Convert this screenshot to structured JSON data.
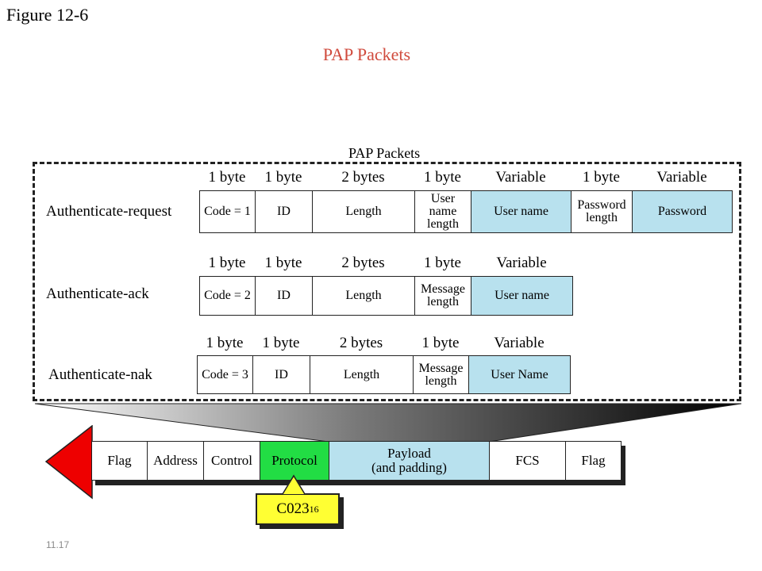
{
  "slide": {
    "figure_label": "Figure 12-6",
    "title": "PAP Packets",
    "footer": "11.17"
  },
  "diagram": {
    "title": "PAP Packets",
    "rows": [
      {
        "name": "Authenticate-request",
        "sizes": [
          "1 byte",
          "1 byte",
          "2 bytes",
          "1 byte",
          "Variable",
          "1 byte",
          "Variable"
        ],
        "fields": [
          "Code = 1",
          "ID",
          "Length",
          "User\nname\nlength",
          "User name",
          "Password\nlength",
          "Password"
        ]
      },
      {
        "name": "Authenticate-ack",
        "sizes": [
          "1 byte",
          "1 byte",
          "2 bytes",
          "1 byte",
          "Variable"
        ],
        "fields": [
          "Code = 2",
          "ID",
          "Length",
          "Message\nlength",
          "User name"
        ]
      },
      {
        "name": "Authenticate-nak",
        "sizes": [
          "1 byte",
          "1 byte",
          "2 bytes",
          "1 byte",
          "Variable"
        ],
        "fields": [
          "Code = 3",
          "ID",
          "Length",
          "Message\nlength",
          "User Name"
        ]
      }
    ],
    "frame": {
      "fields": [
        "Flag",
        "Address",
        "Control",
        "Protocol",
        "Payload\n(and padding)",
        "FCS",
        "Flag"
      ]
    },
    "callout": {
      "value": "C023",
      "subscript": "16"
    },
    "colors": {
      "variable_field": "#b8e1ee",
      "protocol_field": "#22dd44",
      "callout": "#ffff33",
      "arrow": "#ee0000",
      "title": "#d04a3c"
    }
  }
}
